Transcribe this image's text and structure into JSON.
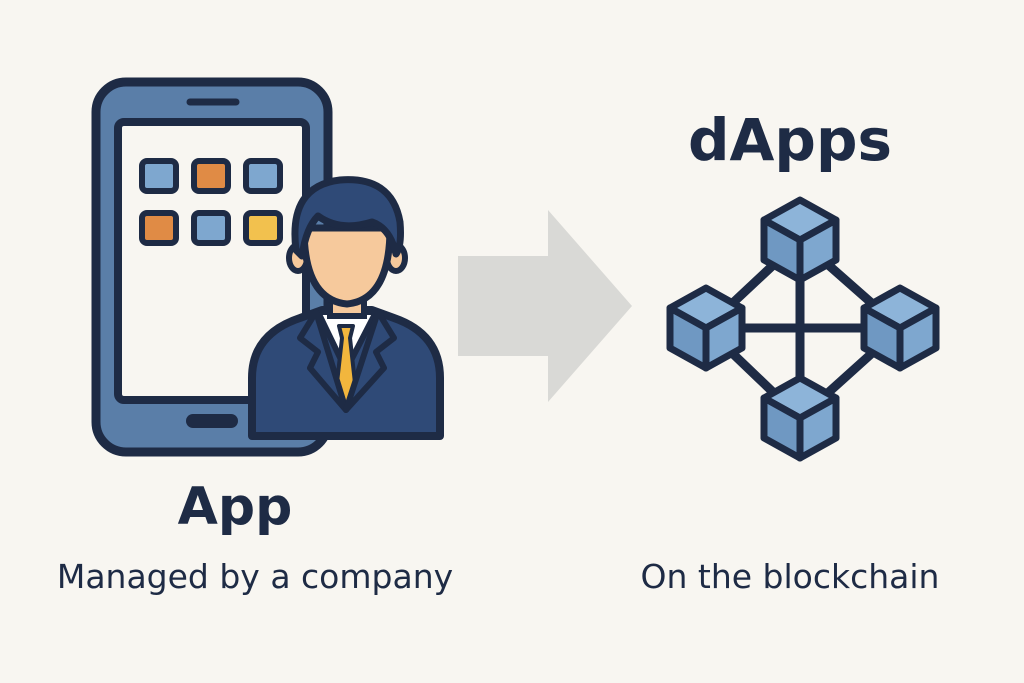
{
  "left": {
    "title": "App",
    "subtitle": "Managed by a company"
  },
  "right": {
    "title": "dApps",
    "subtitle": "On the blockchain"
  },
  "icons": {
    "left": [
      "smartphone-icon",
      "businessman-icon"
    ],
    "middle": "arrow-right-icon",
    "right": "blockchain-network-icon"
  },
  "colors": {
    "background": "#f8f6f1",
    "outline": "#1e2b45",
    "phone_body": "#5a7ea8",
    "cube_face": "#7ea7cf",
    "arrow": "#d9d9d6",
    "skin": "#f6c99c",
    "tie": "#f2b63d",
    "suit": "#2f4a77",
    "app_tile_orange": "#e08b45",
    "app_tile_yellow": "#f2c14e"
  }
}
